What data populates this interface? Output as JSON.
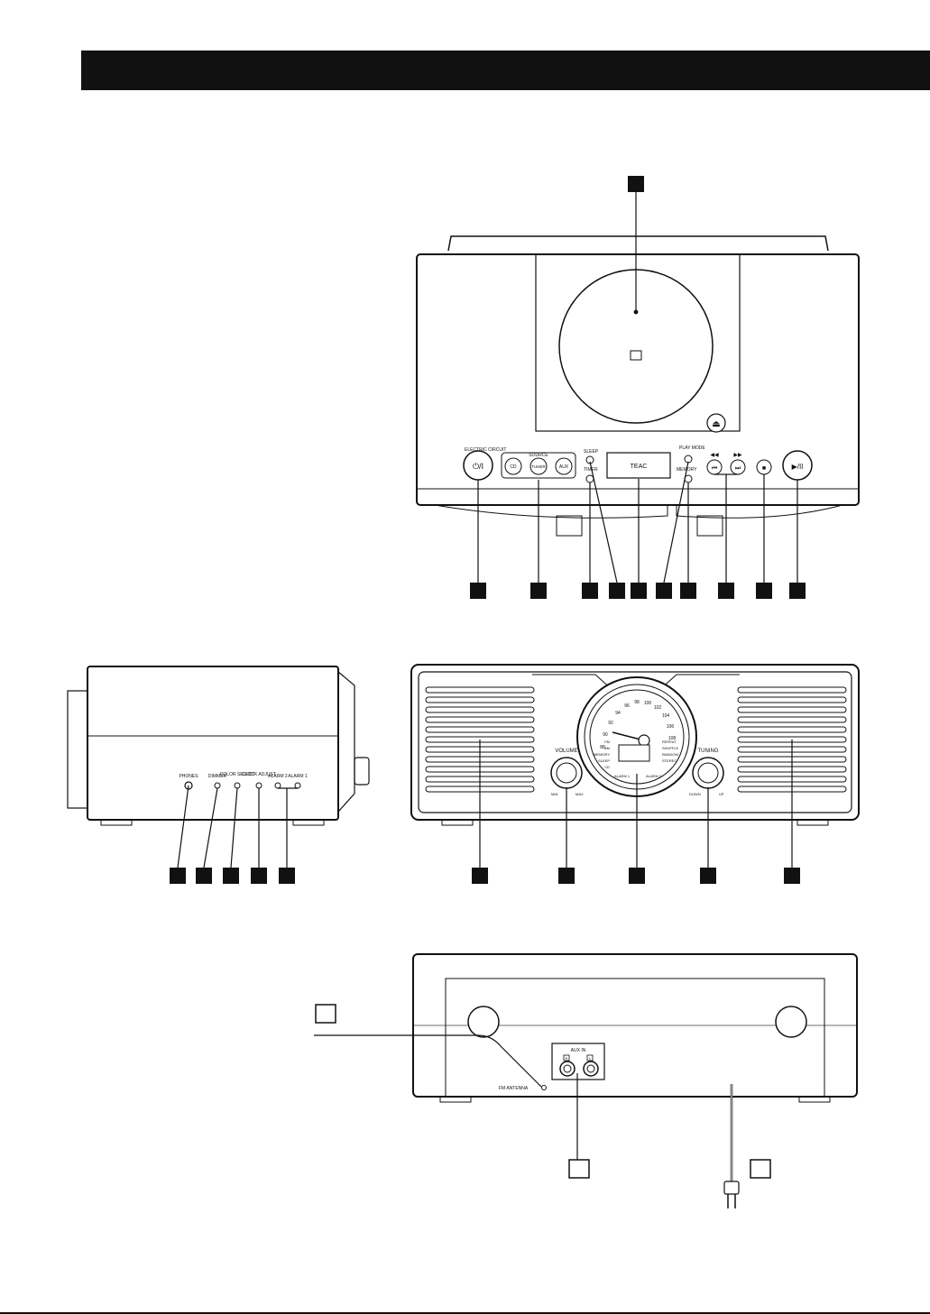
{
  "front_panel": {
    "standby_label": "ELECTRIC CIRCUIT",
    "power_symbol": "⏻/I",
    "source_group_label": "SOURCE",
    "source_buttons": [
      "CD",
      "TUNER",
      "AUX"
    ],
    "sleep_label": "SLEEP",
    "timer_label": "TIMER",
    "display_brand": "TEAC",
    "play_mode_label": "PLAY MODE",
    "memory_label": "MEMORY",
    "skip_symbols": [
      "◀◀",
      "▶▶"
    ],
    "skip_buttons": [
      "⏮",
      "⏭"
    ],
    "stop_symbol": "■",
    "play_symbol": "▶/II",
    "eject_symbol": "⏏"
  },
  "side_panel": {
    "jacks": [
      "PHONES",
      "DIMMER",
      "COLOR SELECT",
      "CLOCK ADJUST",
      "ALARM 2",
      "ALARM 1"
    ]
  },
  "top_panel": {
    "volume_label": "VOLUME",
    "volume_min": "MIN",
    "volume_max": "MAX",
    "tuning_label": "TUNING",
    "tuning_down": "DOWN",
    "tuning_up": "UP",
    "dial_fm": [
      "88",
      "90",
      "92",
      "94",
      "96",
      "98",
      "100",
      "102",
      "104",
      "106",
      "108"
    ],
    "dial_left_indicators": [
      "FM",
      "AM",
      "MEMORY",
      "SLEEP",
      "CD"
    ],
    "dial_right_indicators": [
      "REPEAT",
      "SHUFFLE",
      "RANDOM",
      "STEREO"
    ],
    "alarm_1_label": "ALARM 1",
    "alarm_2_label": "ALARM 2"
  },
  "rear_panel": {
    "aux_in_label": "AUX IN",
    "aux_channels": [
      "R",
      "L"
    ],
    "fm_antenna_label": "FM ANTENNA"
  }
}
